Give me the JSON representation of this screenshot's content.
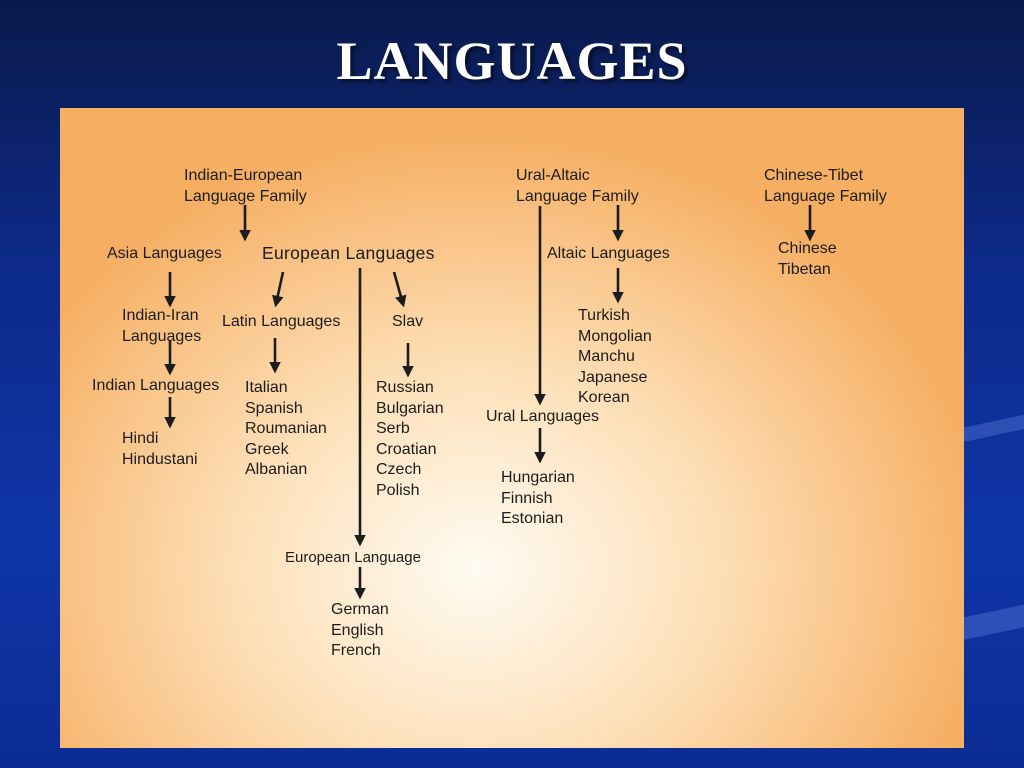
{
  "slide": {
    "title": "LANGUAGES"
  },
  "diagram": {
    "indo_european": {
      "family": "Indian-European\nLanguage Family",
      "asia": "Asia Languages",
      "european": "European Languages",
      "indian_iran": "Indian-Iran\nLanguages",
      "indian": "Indian Languages",
      "indian_list": "Hindi\nHindustani",
      "latin": "Latin Languages",
      "latin_list": "Italian\nSpanish\nRoumanian\nGreek\nAlbanian",
      "slav": "Slav",
      "slav_list": "Russian\nBulgarian\nSerb\nCroatian\nCzech\nPolish",
      "european_language": "European Language",
      "germanic_list": "German\nEnglish\nFrench"
    },
    "ural_altaic": {
      "family": "Ural-Altaic\nLanguage Family",
      "altaic": "Altaic Languages",
      "altaic_list": "Turkish\nMongolian\nManchu\nJapanese\nKorean",
      "ural": "Ural Languages",
      "ural_list": "Hungarian\nFinnish\nEstonian"
    },
    "sino_tibetan": {
      "family": "Chinese-Tibet\nLanguage Family",
      "list": "Chinese\nTibetan"
    }
  }
}
